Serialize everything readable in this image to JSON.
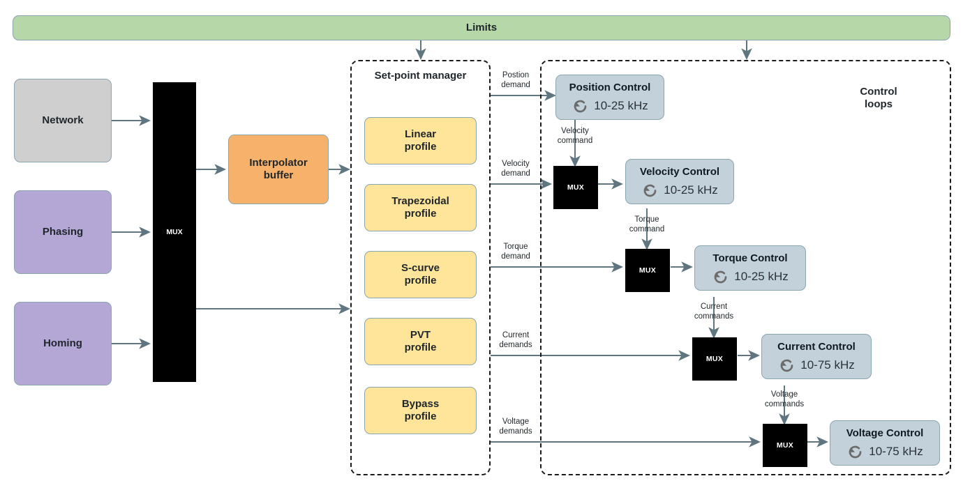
{
  "diagram": {
    "title_limits": "Limits",
    "groups": {
      "setpoint_manager": "Set-point manager",
      "control_loops": "Control\nloops",
      "control_loops_line1": "Control",
      "control_loops_line2": "loops"
    },
    "sources": [
      {
        "label": "Network",
        "color": "#cfcfcf"
      },
      {
        "label": "Phasing",
        "color": "#b4a7d6"
      },
      {
        "label": "Homing",
        "color": "#b4a7d6"
      }
    ],
    "mux_label": "MUX",
    "interpolator": "Interpolator\nbuffer",
    "interpolator_line1": "Interpolator",
    "interpolator_line2": "buffer",
    "profiles": [
      {
        "line1": "Linear",
        "line2": "profile"
      },
      {
        "line1": "Trapezoidal",
        "line2": "profile"
      },
      {
        "line1": "S-curve",
        "line2": "profile"
      },
      {
        "line1": "PVT",
        "line2": "profile"
      },
      {
        "line1": "Bypass",
        "line2": "profile"
      }
    ],
    "demands": [
      {
        "line1": "Postion",
        "line2": "demand"
      },
      {
        "line1": "Velocity",
        "line2": "demand"
      },
      {
        "line1": "Torque",
        "line2": "demand"
      },
      {
        "line1": "Current",
        "line2": "demands"
      },
      {
        "line1": "Voltage",
        "line2": "demands"
      }
    ],
    "commands": [
      {
        "line1": "Velocity",
        "line2": "command"
      },
      {
        "line1": "Torque",
        "line2": "command"
      },
      {
        "line1": "Current",
        "line2": "commands"
      },
      {
        "line1": "Voltage",
        "line2": "commands"
      }
    ],
    "controls": [
      {
        "title": "Position Control",
        "rate": "10-25 kHz",
        "icon": "loop-icon"
      },
      {
        "title": "Velocity Control",
        "rate": "10-25 kHz",
        "icon": "loop-icon"
      },
      {
        "title": "Torque Control",
        "rate": "10-25 kHz",
        "icon": "loop-icon"
      },
      {
        "title": "Current Control",
        "rate": "10-75 kHz",
        "icon": "loop-icon"
      },
      {
        "title": "Voltage Control",
        "rate": "10-75 kHz",
        "icon": "loop-icon"
      }
    ],
    "colors": {
      "limits_green": "#b6d7a8",
      "source_grey": "#cfcfcf",
      "source_purple": "#b4a7d6",
      "interpolator_orange": "#f6b26b",
      "profile_yellow": "#ffe599",
      "control_blue": "#c3d2da",
      "mux_black": "#000000",
      "border_blue_grey": "#8aa4b0",
      "wire_grey": "#5f7580"
    }
  }
}
